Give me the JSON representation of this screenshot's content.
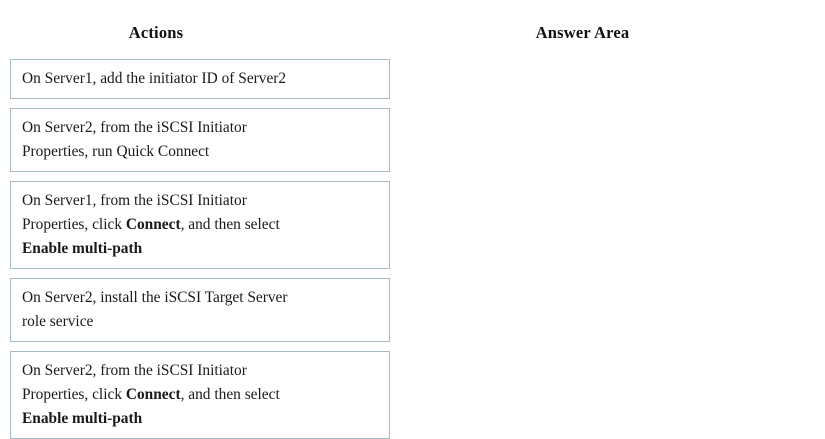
{
  "columns": {
    "actions_header": "Actions",
    "answer_header": "Answer Area"
  },
  "actions": [
    {
      "id": "action-1",
      "lines": [
        [
          {
            "text": "On Server1, add the initiator ID of Server2",
            "bold": false
          }
        ]
      ]
    },
    {
      "id": "action-2",
      "lines": [
        [
          {
            "text": "On Server2, from the iSCSI Initiator",
            "bold": false
          }
        ],
        [
          {
            "text": "Properties, run Quick Connect",
            "bold": false
          }
        ]
      ]
    },
    {
      "id": "action-3",
      "lines": [
        [
          {
            "text": "On Server1, from the iSCSI Initiator",
            "bold": false
          }
        ],
        [
          {
            "text": "Properties, click ",
            "bold": false
          },
          {
            "text": "Connect",
            "bold": true
          },
          {
            "text": ", and then select",
            "bold": false
          }
        ],
        [
          {
            "text": "Enable multi-path",
            "bold": true
          }
        ]
      ]
    },
    {
      "id": "action-4",
      "lines": [
        [
          {
            "text": "On Server2, install the iSCSI Target Server",
            "bold": false
          }
        ],
        [
          {
            "text": "role service",
            "bold": false
          }
        ]
      ]
    },
    {
      "id": "action-5",
      "lines": [
        [
          {
            "text": "On Server2, from the iSCSI Initiator",
            "bold": false
          }
        ],
        [
          {
            "text": "Properties, click ",
            "bold": false
          },
          {
            "text": "Connect",
            "bold": true
          },
          {
            "text": ", and then select",
            "bold": false
          }
        ],
        [
          {
            "text": "Enable multi-path",
            "bold": true
          }
        ]
      ]
    }
  ],
  "answer_area": {
    "items": []
  },
  "colors": {
    "card_border": "#a6bac6",
    "page_background": "#ffffff",
    "text": "#1a1a1a"
  }
}
